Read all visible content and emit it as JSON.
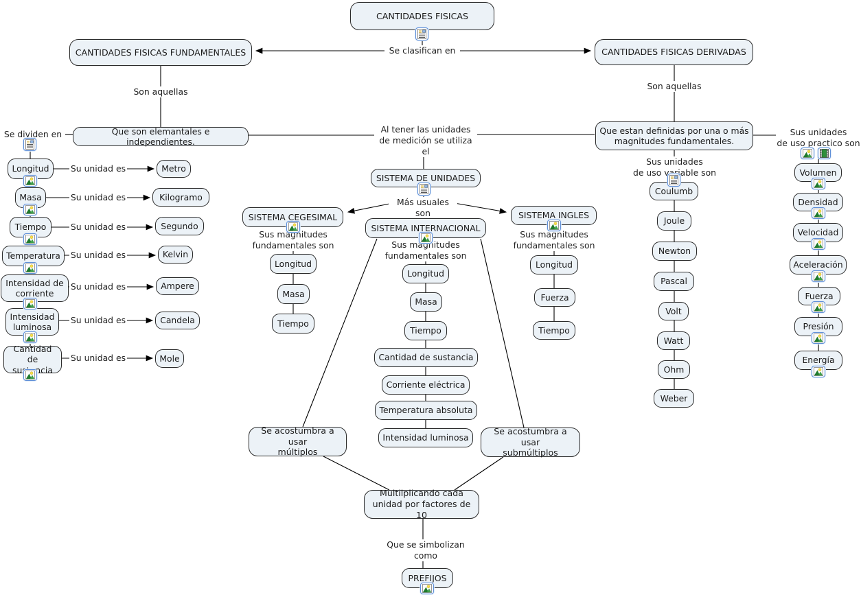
{
  "root": {
    "label": "CANTIDADES FISICAS"
  },
  "connectors": {
    "se_clasifican_en": "Se clasifican en",
    "son_aquellas": "Son aquellas",
    "se_dividen_en": "Se dividen en",
    "su_unidad_es": "Su unidad es",
    "al_tener": "Al tener las unidades\nde medición se utiliza el",
    "mas_usuales_son": "Más usuales son",
    "sus_magnitudes": "Sus magnitudes\nfundamentales son",
    "uso_variable": "Sus unidades\nde uso variable son",
    "uso_practico": "Sus unidades\nde uso practico son",
    "que_se_simbolizan": "Que se simbolizan como"
  },
  "fundamentales": {
    "title": "CANTIDADES FISICAS FUNDAMENTALES",
    "definition": "Que son elemantales e independientes.",
    "rows": [
      {
        "magnitude": "Longitud",
        "unit": "Metro"
      },
      {
        "magnitude": "Masa",
        "unit": "Kilogramo"
      },
      {
        "magnitude": "Tiempo",
        "unit": "Segundo"
      },
      {
        "magnitude": "Temperatura",
        "unit": "Kelvin"
      },
      {
        "magnitude": "Intensidad de\ncorriente",
        "unit": "Ampere"
      },
      {
        "magnitude": "Intensidad\nluminosa",
        "unit": "Candela"
      },
      {
        "magnitude": "Cantidad de\nsustancia",
        "unit": "Mole"
      }
    ]
  },
  "derivadas": {
    "title": "CANTIDADES FISICAS DERIVADAS",
    "definition": "Que estan definidas por una o más\nmagnitudes fundamentales.",
    "variable_units": [
      "Coulumb",
      "Joule",
      "Newton",
      "Pascal",
      "Volt",
      "Watt",
      "Ohm",
      "Weber"
    ],
    "practical_units": [
      "Volumen",
      "Densidad",
      "Velocidad",
      "Aceleración",
      "Fuerza",
      "Presión",
      "Energía"
    ]
  },
  "sistema": {
    "title": "SISTEMA DE UNIDADES",
    "cegesimal": {
      "title": "SISTEMA CEGESIMAL",
      "magnitudes": [
        "Longitud",
        "Masa",
        "Tiempo"
      ]
    },
    "internacional": {
      "title": "SISTEMA INTERNACIONAL",
      "magnitudes": [
        "Longitud",
        "Masa",
        "Tiempo",
        "Cantidad de sustancia",
        "Corriente eléctrica",
        "Temperatura absoluta",
        "Intensidad luminosa"
      ]
    },
    "ingles": {
      "title": "SISTEMA INGLES",
      "magnitudes": [
        "Longitud",
        "Fuerza",
        "Tiempo"
      ]
    },
    "multiplos": "Se acostumbra a usar\nmúltiplos",
    "submultiplos": "Se acostumbra a usar\nsubmúltiplos",
    "factores": "Multilplicando cada\nunidad por factores de 10",
    "prefijos": "PREFIJOS"
  },
  "colors": {
    "node_fill": "#ecf2f7",
    "node_border": "#2b2b2b",
    "line": "#000000",
    "icon_frame": "#5f8fd8"
  }
}
